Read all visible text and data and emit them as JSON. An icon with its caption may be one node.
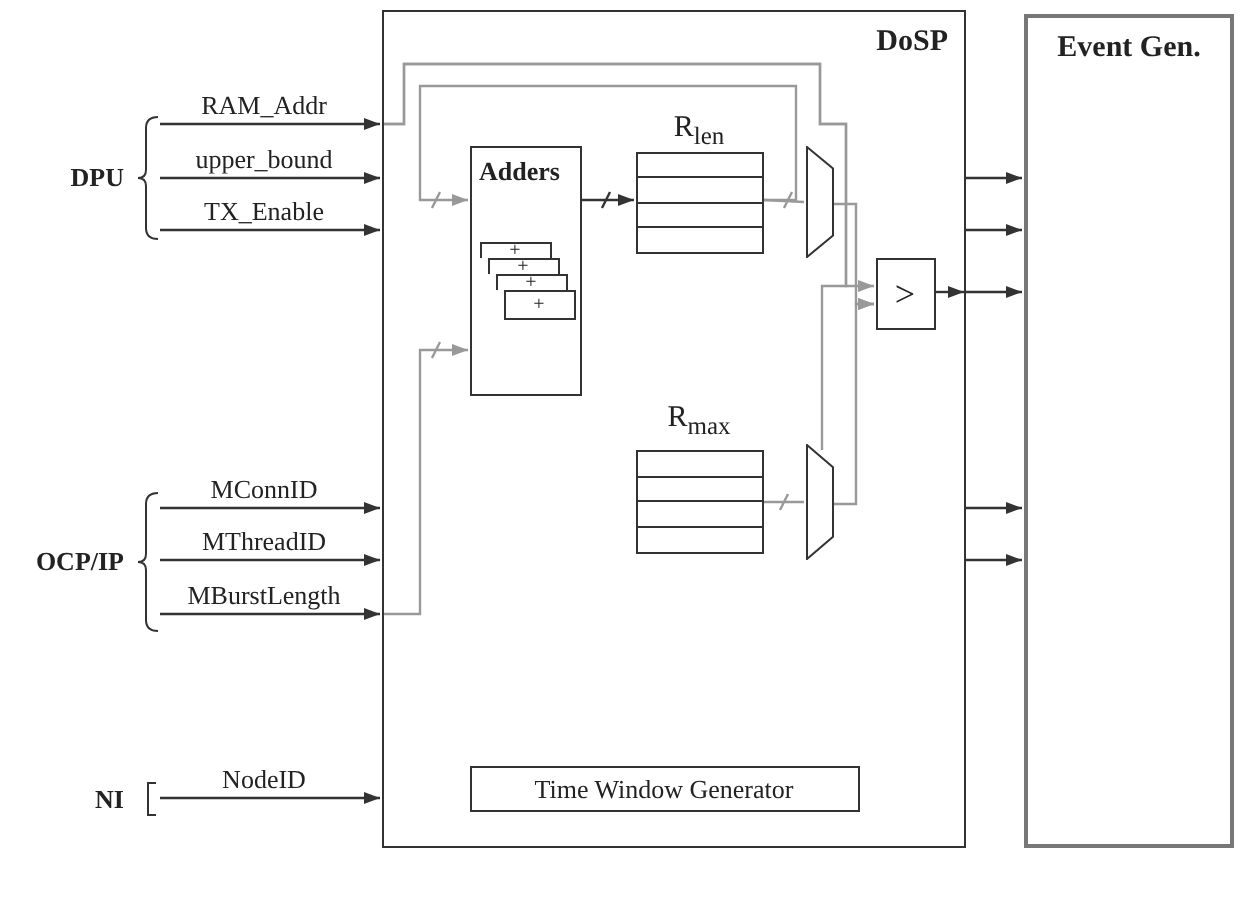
{
  "diagram": {
    "nodes": [
      {
        "text": [
          "DPU"
        ]
      },
      {
        "text": [
          "OCP/IP"
        ]
      },
      {
        "text": [
          "NI"
        ]
      },
      {
        "text": [
          "DoSP"
        ]
      },
      {
        "text": [
          "Adders"
        ],
        "in": 3
      },
      {
        "text": [
          "+"
        ],
        "in": 4
      },
      {
        "text": [
          "+"
        ],
        "in": 4
      },
      {
        "text": [
          "+"
        ],
        "in": 4
      },
      {
        "text": [
          "+"
        ],
        "in": 4
      },
      {
        "text": [
          "R$_{len}$"
        ],
        "in": 3
      },
      {
        "text": [
          "R$_{max}$"
        ],
        "in": 3
      },
      {
        "text": [],
        "shape": "trapezoid",
        "in": 3
      },
      {
        "text": [],
        "shape": "trapezoid",
        "in": 3
      },
      {
        "text": [
          ">"
        ],
        "in": 3
      },
      {
        "text": [
          "Time Window Generator"
        ],
        "in": 3
      },
      {
        "text": [
          "Event Gen."
        ]
      }
    ],
    "edges": [
      {
        "from": 0,
        "to": 3,
        "arrow": "to",
        "label": "RAM_Addr"
      },
      {
        "from": 0,
        "to": 3,
        "arrow": "to",
        "label": "upper_bound"
      },
      {
        "from": 0,
        "to": 3,
        "arrow": "to",
        "label": "TX_Enable"
      },
      {
        "from": 1,
        "to": 3,
        "arrow": "to",
        "label": "MConnID"
      },
      {
        "from": 1,
        "to": 3,
        "arrow": "to",
        "label": "MThreadID"
      },
      {
        "from": 1,
        "to": 3,
        "arrow": "to",
        "label": "MBurstLength"
      },
      {
        "from": 2,
        "to": 3,
        "arrow": "to",
        "label": "NodeID"
      },
      {
        "from": 9,
        "to": 4,
        "arrow": "to",
        "color": "#999999"
      },
      {
        "from": 3,
        "to": 4,
        "arrow": "to",
        "color": "#999999"
      },
      {
        "from": 4,
        "to": 9,
        "arrow": "to"
      },
      {
        "from": 9,
        "to": 11,
        "arrow": "none",
        "color": "#999999"
      },
      {
        "from": 10,
        "to": 12,
        "arrow": "none",
        "color": "#999999"
      },
      {
        "from": 3,
        "to": 13,
        "arrow": "to",
        "color": "#999999"
      },
      {
        "from": 3,
        "to": 12,
        "arrow": "none",
        "color": "#999999"
      },
      {
        "from": 11,
        "to": 13,
        "arrow": "to",
        "color": "#999999"
      },
      {
        "from": 12,
        "to": 13,
        "arrow": "to",
        "color": "#999999"
      },
      {
        "from": 13,
        "to": 3,
        "arrow": "to"
      },
      {
        "from": 3,
        "to": 15,
        "arrow": "to"
      },
      {
        "from": 3,
        "to": 15,
        "arrow": "to"
      },
      {
        "from": 3,
        "to": 15,
        "arrow": "to"
      },
      {
        "from": 3,
        "to": 15,
        "arrow": "to"
      },
      {
        "from": 3,
        "to": 15,
        "arrow": "to"
      }
    ]
  }
}
